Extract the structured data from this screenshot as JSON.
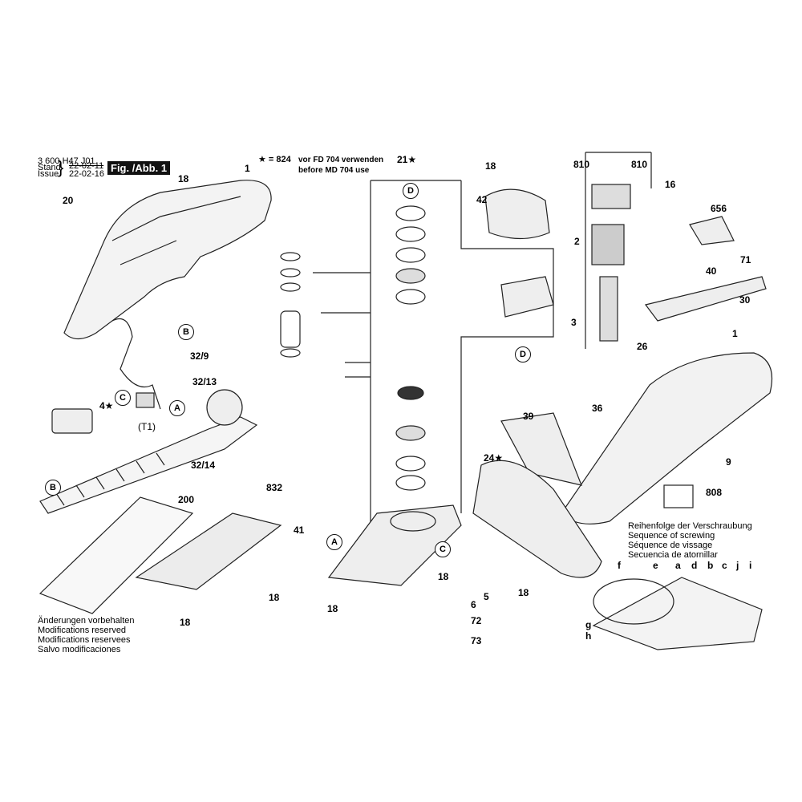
{
  "header": {
    "doc_number": "3 600 H47 J01",
    "stand_label": "Stand",
    "issue_label": "Issue",
    "stand_date": "22-02-11",
    "issue_date": "22-02-16",
    "figure_badge": "Fig. /Abb. 1"
  },
  "note": {
    "prefix": "★ = 824",
    "line1": "vor FD 704 verwenden",
    "line2": "before MD 704 use"
  },
  "part_labels": [
    "1",
    "18",
    "20",
    "32/9",
    "32/13",
    "4★",
    "(T1)",
    "32/14",
    "832",
    "200",
    "41",
    "18",
    "18",
    "21★",
    "18",
    "42",
    "D",
    "810",
    "810",
    "16",
    "656",
    "2",
    "40",
    "71",
    "30",
    "3",
    "26",
    "1",
    "39",
    "36",
    "24★",
    "9",
    "808",
    "5",
    "6",
    "72",
    "73",
    "18",
    "18",
    "18"
  ],
  "circle_labels": [
    "D",
    "B",
    "C",
    "A",
    "B",
    "A",
    "C",
    "D"
  ],
  "footer_left": [
    "Änderungen vorbehalten",
    "Modifications reserved",
    "Modifications reservees",
    "Salvo modificaciones"
  ],
  "screwing": {
    "title_lines": [
      "Reihenfolge der Verschraubung",
      "Sequence of screwing",
      "Séquence de vissage",
      "Secuencia de atornillar"
    ],
    "letters": [
      "f",
      "e",
      "a",
      "d",
      "b",
      "c",
      "j",
      "i",
      "g",
      "h"
    ]
  }
}
